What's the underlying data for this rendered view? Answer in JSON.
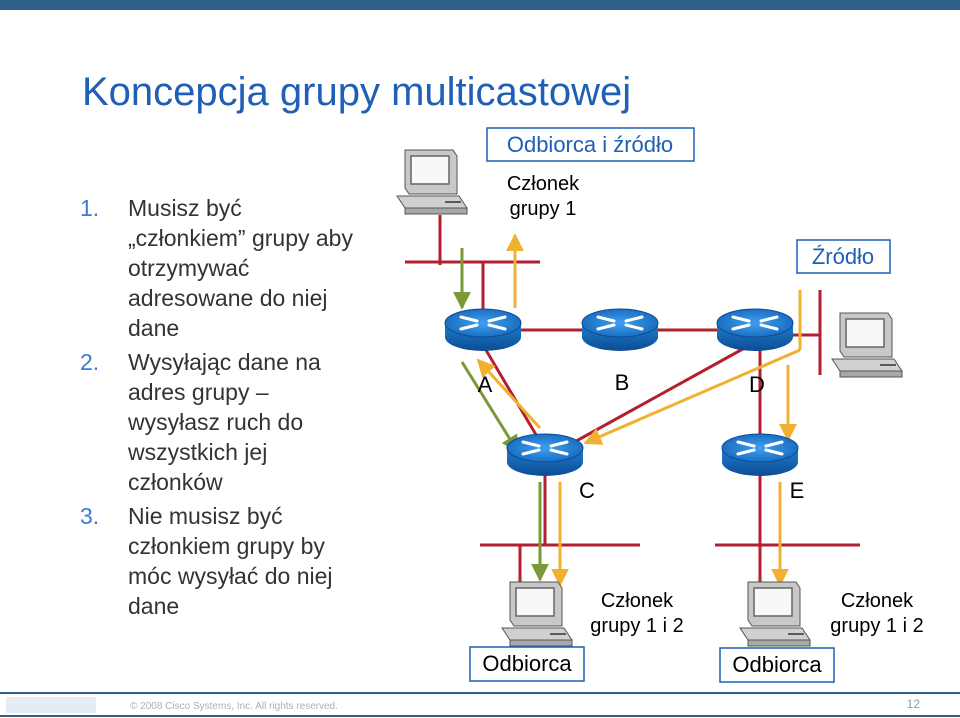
{
  "title": "Koncepcja grupy multicastowej",
  "points": [
    {
      "num": "1.",
      "lines": [
        "Musisz być",
        "„członkiem” grupy aby",
        "otrzymywać",
        "adresowane do niej",
        "dane"
      ]
    },
    {
      "num": "2.",
      "lines": [
        "Wysyłając dane na",
        "adres grupy –",
        "wysyłasz ruch do",
        "wszystkich jej",
        "członków"
      ]
    },
    {
      "num": "3.",
      "lines": [
        "Nie musisz być",
        "członkiem grupy by",
        "móc wysyłać do niej",
        "dane"
      ]
    }
  ],
  "diagram": {
    "header_label": "Odbiorca i źródło",
    "member1": [
      "Członek",
      "grupy 1"
    ],
    "source_label": "Źródło",
    "router_a": "A",
    "router_b": "B",
    "router_c": "C",
    "router_d": "D",
    "router_e": "E",
    "member12_left": [
      "Członek",
      "grupy 1 i 2"
    ],
    "member12_right": [
      "Członek",
      "grupy 1 i 2"
    ],
    "receiver_left": "Odbiorca",
    "receiver_right": "Odbiorca"
  },
  "footer": {
    "copyright": "© 2008 Cisco Systems, Inc. All rights reserved.",
    "page": "12"
  },
  "colors": {
    "title": "#1f5fb5",
    "link": "#b22030",
    "arrow_green": "#7a9a3a",
    "arrow_orange": "#f0b030",
    "router": "#1f7fd0"
  }
}
